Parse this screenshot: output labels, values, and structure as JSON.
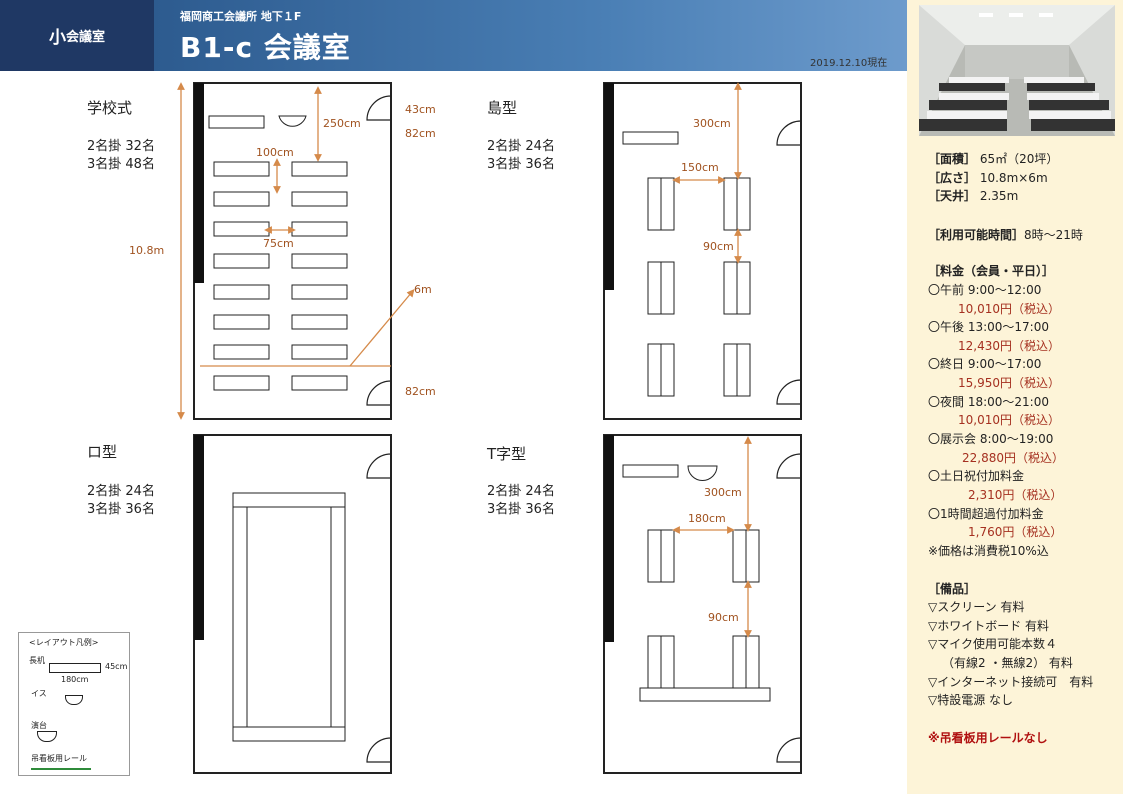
{
  "header": {
    "badge_big": "小",
    "badge_small": "会議室",
    "subtitle": "福岡商工会議所 地下１F",
    "title": "B1-c 会議室",
    "date": "2019.12.10現在"
  },
  "layouts": {
    "school": {
      "name": "学校式",
      "cap2": "2名掛 32名",
      "cap3": "3名掛 48名"
    },
    "island": {
      "name": "島型",
      "cap2": "2名掛 24名",
      "cap3": "3名掛 36名"
    },
    "square": {
      "name": "ロ型",
      "cap2": "2名掛 24名",
      "cap3": "3名掛 36名"
    },
    "tshape": {
      "name": "T字型",
      "cap2": "2名掛 24名",
      "cap3": "3名掛 36名"
    }
  },
  "dims": {
    "d250": "250cm",
    "d43": "43cm",
    "d82a": "82cm",
    "d100": "100cm",
    "d75": "75cm",
    "d108": "10.8m",
    "d6": "6m",
    "d82b": "82cm",
    "d300a": "300cm",
    "d150": "150cm",
    "d90a": "90cm",
    "d300b": "300cm",
    "d180": "180cm",
    "d90b": "90cm"
  },
  "legend": {
    "title": "<レイアウト凡例>",
    "desk": "長机",
    "desk_w": "180cm",
    "desk_h": "45cm",
    "chair": "イス",
    "podium": "演台",
    "rail": "吊看板用レール"
  },
  "specs": {
    "area_label": "［面積］",
    "area_value": "65㎡（20坪）",
    "size_label": "［広さ］",
    "size_value": "10.8m×6m",
    "ceiling_label": "［天井］",
    "ceiling_value": "2.35m",
    "hours_label": "［利用可能時間］",
    "hours_value": "8時～21時"
  },
  "fees": {
    "title": "［料金（会員・平日）］",
    "items": [
      {
        "name": "〇午前 9:00～12:00",
        "price": "10,010円（税込）"
      },
      {
        "name": "〇午後 13:00～17:00",
        "price": "12,430円（税込）"
      },
      {
        "name": "〇終日 9:00～17:00",
        "price": "15,950円（税込）"
      },
      {
        "name": "〇夜間 18:00～21:00",
        "price": "10,010円（税込）"
      },
      {
        "name": "〇展示会 8:00～19:00",
        "price": "22,880円（税込）"
      },
      {
        "name": "〇土日祝付加料金",
        "price": "2,310円（税込）"
      },
      {
        "name": "〇1時間超過付加料金",
        "price": "1,760円（税込）"
      }
    ],
    "note": "※価格は消費税10%込"
  },
  "equipment": {
    "title": "［備品］",
    "items": [
      "▽スクリーン 有料",
      "▽ホワイトボード 有料",
      "▽マイク使用可能本数４",
      "（有線2 ・無線2） 有料",
      "▽インターネット接続可　有料",
      "▽特設電源 なし"
    ],
    "warning": "※吊看板用レールなし"
  },
  "colors": {
    "header": "#2d5b8f",
    "dimension": "#a0521f",
    "price": "#a53020",
    "panel": "#fdf4d8"
  }
}
